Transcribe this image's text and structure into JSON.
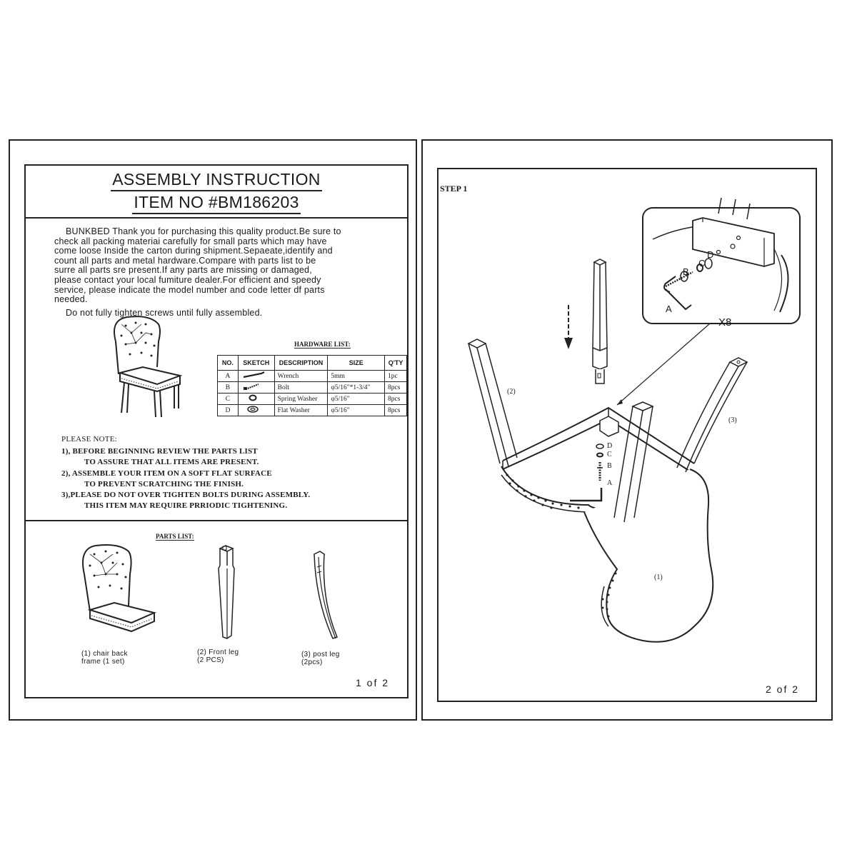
{
  "left_page": {
    "title_line1": "ASSEMBLY INSTRUCTION",
    "title_line2": "ITEM NO #BM186203",
    "intro_lines": [
      "BUNKBED Thank you for purchasing this quality product.Be sure to",
      "check all packing materiai carefully for small parts which may have",
      "come loose Inside the carton during shipment.Sepaeate,identify and",
      "count all parts and metal hardware.Compare with parts list to be",
      "surre all parts sre present.If any parts are missing or damaged,",
      "please contact your local fumiture dealer.For efficient and speedy",
      "service, please indicate the model number and code letter df parts",
      "needed."
    ],
    "intro_last": "Do not fully tighten screws until fully assembled.",
    "hardware_title": "HARDWARE LIST:",
    "hardware_headers": [
      "NO.",
      "SKETCH",
      "DESCRIPTION",
      "SIZE",
      "Q'TY"
    ],
    "hardware_rows": [
      {
        "no": "A",
        "sketch": "wrench-icon",
        "desc": "Wrench",
        "size": "5mm",
        "qty": "1pc"
      },
      {
        "no": "B",
        "sketch": "bolt-icon",
        "desc": "Bolt",
        "size": "φ5/16\"*1-3/4\"",
        "qty": "8pcs"
      },
      {
        "no": "C",
        "sketch": "spring-washer-icon",
        "desc": "Spring Washer",
        "size": "φ5/16\"",
        "qty": "8pcs"
      },
      {
        "no": "D",
        "sketch": "flat-washer-icon",
        "desc": "Flat Washer",
        "size": "φ5/16\"",
        "qty": "8pcs"
      }
    ],
    "note_title": "PLEASE NOTE:",
    "notes": [
      "1), BEFORE BEGINNING REVIEW THE PARTS LIST",
      "TO ASSURE THAT ALL ITEMS ARE PRESENT.",
      "2), ASSEMBLE YOUR ITEM ON A SOFT FLAT SURFACE",
      "TO PREVENT SCRATCHING THE FINISH.",
      "3),PLEASE DO NOT OVER TIGHTEN BOLTS DURING ASSEMBLY.",
      "THIS ITEM MAY REQUIRE PRRIODIC TIGHTENING."
    ],
    "parts_title": "PARTS LIST:",
    "parts": [
      {
        "line1": "(1) chair back",
        "line2": "frame (1 set)"
      },
      {
        "line1": "(2) Front leg",
        "line2": "(2 PCS)"
      },
      {
        "line1": "(3) post leg",
        "line2": "(2pcs)"
      }
    ],
    "page_number": "1 of 2"
  },
  "right_page": {
    "step_title": "STEP 1",
    "callout_labels": {
      "a": "A",
      "b": "B",
      "c": "C",
      "d": "D",
      "count": "X8"
    },
    "part_labels": {
      "front_leg": "(2)",
      "post_leg": "(3)",
      "frame": "(1)"
    },
    "stack_labels": [
      "D",
      "C",
      "B",
      "A"
    ],
    "page_number": "2 of 2"
  }
}
